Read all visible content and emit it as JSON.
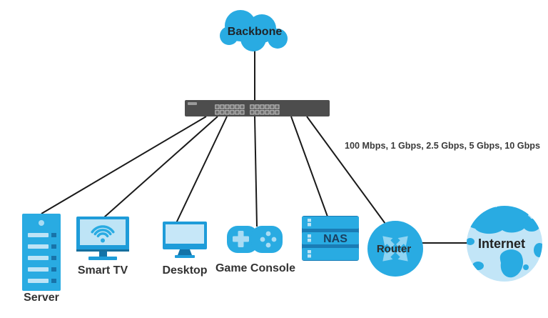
{
  "diagram": {
    "backbone_label": "Backbone",
    "speeds_note": "100 Mbps, 1 Gbps, 2.5 Gbps, 5 Gbps, 10 Gbps",
    "devices": {
      "server": "Server",
      "smart_tv": "Smart TV",
      "desktop": "Desktop",
      "game_console": "Game Console",
      "nas": "NAS",
      "router": "Router",
      "internet": "Internet"
    },
    "colors": {
      "device_blue": "#29ABE2",
      "device_blue_dark": "#1E9CD9",
      "accent_dark_blue": "#1373A8",
      "light_blue": "#BEE4F6",
      "icon_light_blue": "#A9DCF4",
      "switch_gray": "#4D4D4D",
      "line_color": "#1A1A1A",
      "label_text": "#333333"
    }
  }
}
